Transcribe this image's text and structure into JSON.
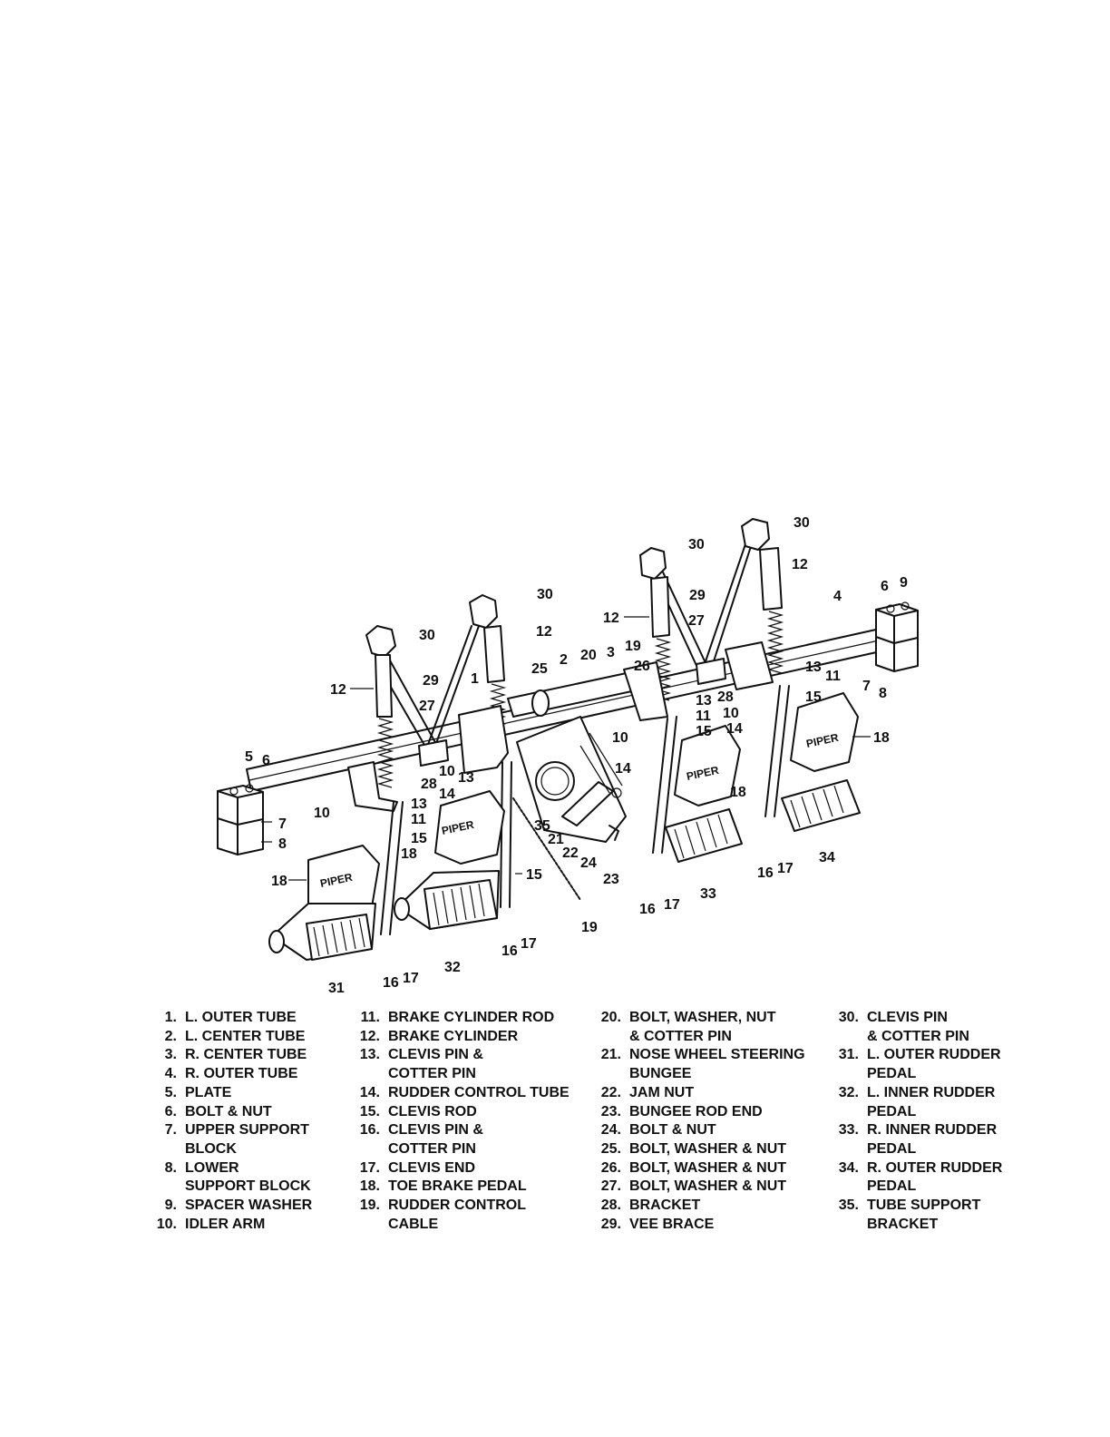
{
  "diagram": {
    "callouts": [
      {
        "id": "c1",
        "text": "1"
      },
      {
        "id": "c2",
        "text": "2"
      },
      {
        "id": "c3",
        "text": "3"
      },
      {
        "id": "c4",
        "text": "4"
      },
      {
        "id": "c5a",
        "text": "5"
      },
      {
        "id": "c6a",
        "text": "6"
      },
      {
        "id": "c6b",
        "text": "6"
      },
      {
        "id": "c9",
        "text": "9"
      },
      {
        "id": "c7a",
        "text": "7"
      },
      {
        "id": "c8a",
        "text": "8"
      },
      {
        "id": "c7b",
        "text": "7"
      },
      {
        "id": "c8b",
        "text": "8"
      },
      {
        "id": "c10a",
        "text": "10"
      },
      {
        "id": "c10b",
        "text": "10"
      },
      {
        "id": "c10c",
        "text": "10"
      },
      {
        "id": "c10d",
        "text": "10"
      },
      {
        "id": "c11a",
        "text": "11"
      },
      {
        "id": "c11b",
        "text": "11"
      },
      {
        "id": "c11c",
        "text": "11"
      },
      {
        "id": "c12a",
        "text": "12"
      },
      {
        "id": "c12b",
        "text": "12"
      },
      {
        "id": "c12c",
        "text": "12"
      },
      {
        "id": "c12d",
        "text": "12"
      },
      {
        "id": "c13a",
        "text": "13"
      },
      {
        "id": "c13b",
        "text": "13"
      },
      {
        "id": "c13c",
        "text": "13"
      },
      {
        "id": "c13d",
        "text": "13"
      },
      {
        "id": "c14a",
        "text": "14"
      },
      {
        "id": "c14b",
        "text": "14"
      },
      {
        "id": "c14c",
        "text": "14"
      },
      {
        "id": "c15a",
        "text": "15"
      },
      {
        "id": "c15b",
        "text": "15"
      },
      {
        "id": "c15c",
        "text": "15"
      },
      {
        "id": "c15d",
        "text": "15"
      },
      {
        "id": "c16a",
        "text": "16"
      },
      {
        "id": "c16b",
        "text": "16"
      },
      {
        "id": "c16c",
        "text": "16"
      },
      {
        "id": "c16d",
        "text": "16"
      },
      {
        "id": "c17a",
        "text": "17"
      },
      {
        "id": "c17b",
        "text": "17"
      },
      {
        "id": "c17c",
        "text": "17"
      },
      {
        "id": "c17d",
        "text": "17"
      },
      {
        "id": "c18a",
        "text": "18"
      },
      {
        "id": "c18b",
        "text": "18"
      },
      {
        "id": "c18c",
        "text": "18"
      },
      {
        "id": "c18d",
        "text": "18"
      },
      {
        "id": "c19a",
        "text": "19"
      },
      {
        "id": "c19b",
        "text": "19"
      },
      {
        "id": "c20",
        "text": "20"
      },
      {
        "id": "c21",
        "text": "21"
      },
      {
        "id": "c22",
        "text": "22"
      },
      {
        "id": "c23",
        "text": "23"
      },
      {
        "id": "c24",
        "text": "24"
      },
      {
        "id": "c25",
        "text": "25"
      },
      {
        "id": "c26",
        "text": "26"
      },
      {
        "id": "c27a",
        "text": "27"
      },
      {
        "id": "c27b",
        "text": "27"
      },
      {
        "id": "c28a",
        "text": "28"
      },
      {
        "id": "c28b",
        "text": "28"
      },
      {
        "id": "c29a",
        "text": "29"
      },
      {
        "id": "c29b",
        "text": "29"
      },
      {
        "id": "c30a",
        "text": "30"
      },
      {
        "id": "c30b",
        "text": "30"
      },
      {
        "id": "c30c",
        "text": "30"
      },
      {
        "id": "c30d",
        "text": "30"
      },
      {
        "id": "c31",
        "text": "31"
      },
      {
        "id": "c32",
        "text": "32"
      },
      {
        "id": "c33",
        "text": "33"
      },
      {
        "id": "c34",
        "text": "34"
      },
      {
        "id": "c35",
        "text": "35"
      }
    ],
    "pedal_brand": "PIPER"
  },
  "legend": {
    "columns": [
      [
        {
          "num": "1.",
          "lines": [
            "L. OUTER TUBE"
          ]
        },
        {
          "num": "2.",
          "lines": [
            "L. CENTER TUBE"
          ]
        },
        {
          "num": "3.",
          "lines": [
            "R. CENTER TUBE"
          ]
        },
        {
          "num": "4.",
          "lines": [
            "R. OUTER TUBE"
          ]
        },
        {
          "num": "5.",
          "lines": [
            "PLATE"
          ]
        },
        {
          "num": "6.",
          "lines": [
            "BOLT & NUT"
          ]
        },
        {
          "num": "7.",
          "lines": [
            "UPPER SUPPORT",
            "BLOCK"
          ]
        },
        {
          "num": "8.",
          "lines": [
            "LOWER",
            "SUPPORT BLOCK"
          ]
        },
        {
          "num": "9.",
          "lines": [
            "SPACER WASHER"
          ]
        },
        {
          "num": "10.",
          "lines": [
            "IDLER ARM"
          ]
        }
      ],
      [
        {
          "num": "11.",
          "lines": [
            "BRAKE CYLINDER ROD"
          ]
        },
        {
          "num": "12.",
          "lines": [
            "BRAKE CYLINDER"
          ]
        },
        {
          "num": "13.",
          "lines": [
            "CLEVIS PIN &",
            "COTTER PIN"
          ]
        },
        {
          "num": "14.",
          "lines": [
            "RUDDER CONTROL TUBE"
          ]
        },
        {
          "num": "15.",
          "lines": [
            "CLEVIS ROD"
          ]
        },
        {
          "num": "16.",
          "lines": [
            "CLEVIS PIN &",
            "COTTER PIN"
          ]
        },
        {
          "num": "17.",
          "lines": [
            "CLEVIS END"
          ]
        },
        {
          "num": "18.",
          "lines": [
            "TOE BRAKE PEDAL"
          ]
        },
        {
          "num": "19.",
          "lines": [
            "RUDDER CONTROL",
            "CABLE"
          ]
        }
      ],
      [
        {
          "num": "20.",
          "lines": [
            "BOLT, WASHER, NUT",
            "& COTTER PIN"
          ]
        },
        {
          "num": "21.",
          "lines": [
            "NOSE WHEEL STEERING",
            "BUNGEE"
          ]
        },
        {
          "num": "22.",
          "lines": [
            "JAM NUT"
          ]
        },
        {
          "num": "23.",
          "lines": [
            "BUNGEE ROD END"
          ]
        },
        {
          "num": "24.",
          "lines": [
            "BOLT & NUT"
          ]
        },
        {
          "num": "25.",
          "lines": [
            "BOLT, WASHER & NUT"
          ]
        },
        {
          "num": "26.",
          "lines": [
            "BOLT, WASHER & NUT"
          ]
        },
        {
          "num": "27.",
          "lines": [
            "BOLT, WASHER & NUT"
          ]
        },
        {
          "num": "28.",
          "lines": [
            "BRACKET"
          ]
        },
        {
          "num": "29.",
          "lines": [
            "VEE BRACE"
          ]
        }
      ],
      [
        {
          "num": "30.",
          "lines": [
            "CLEVIS PIN",
            "& COTTER PIN"
          ]
        },
        {
          "num": "31.",
          "lines": [
            "L. OUTER RUDDER",
            "PEDAL"
          ]
        },
        {
          "num": "32.",
          "lines": [
            "L. INNER RUDDER",
            "PEDAL"
          ]
        },
        {
          "num": "33.",
          "lines": [
            "R. INNER RUDDER",
            "PEDAL"
          ]
        },
        {
          "num": "34.",
          "lines": [
            "R. OUTER RUDDER",
            "PEDAL"
          ]
        },
        {
          "num": "35.",
          "lines": [
            "TUBE SUPPORT",
            "BRACKET"
          ]
        }
      ]
    ]
  }
}
